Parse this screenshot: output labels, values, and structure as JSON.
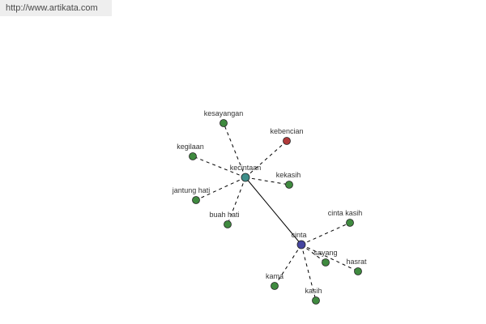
{
  "header": {
    "url": "http://www.artikata.com"
  },
  "colors": {
    "hub_kecintaan": "#3f8f8a",
    "hub_cinta": "#4545a0",
    "antonym": "#b03a3a",
    "synonym": "#3f8a3f",
    "edge": "#000000"
  },
  "graph": {
    "nodes": [
      {
        "id": "kecintaan",
        "label": "kecintaan",
        "kind": "hub_kecintaan"
      },
      {
        "id": "cinta",
        "label": "cinta",
        "kind": "hub_cinta"
      },
      {
        "id": "kesayangan",
        "label": "kesayangan",
        "kind": "synonym"
      },
      {
        "id": "kebencian",
        "label": "kebencian",
        "kind": "antonym"
      },
      {
        "id": "kegilaan",
        "label": "kegilaan",
        "kind": "synonym"
      },
      {
        "id": "kekasih",
        "label": "kekasih",
        "kind": "synonym"
      },
      {
        "id": "jantung_hati",
        "label": "jantung hati",
        "kind": "synonym"
      },
      {
        "id": "buah_hati",
        "label": "buah hati",
        "kind": "synonym"
      },
      {
        "id": "cinta_kasih",
        "label": "cinta kasih",
        "kind": "synonym"
      },
      {
        "id": "sayang",
        "label": "sayang",
        "kind": "synonym"
      },
      {
        "id": "hasrat",
        "label": "hasrat",
        "kind": "synonym"
      },
      {
        "id": "kama",
        "label": "kama",
        "kind": "synonym"
      },
      {
        "id": "kasih",
        "label": "kasih",
        "kind": "synonym"
      }
    ],
    "edges": [
      {
        "from": "kecintaan",
        "to": "cinta",
        "style": "solid"
      },
      {
        "from": "kecintaan",
        "to": "kesayangan",
        "style": "dashed"
      },
      {
        "from": "kecintaan",
        "to": "kebencian",
        "style": "dashed"
      },
      {
        "from": "kecintaan",
        "to": "kegilaan",
        "style": "dashed"
      },
      {
        "from": "kecintaan",
        "to": "kekasih",
        "style": "dashed"
      },
      {
        "from": "kecintaan",
        "to": "jantung_hati",
        "style": "dashed"
      },
      {
        "from": "kecintaan",
        "to": "buah_hati",
        "style": "dashed"
      },
      {
        "from": "cinta",
        "to": "cinta_kasih",
        "style": "dashed"
      },
      {
        "from": "cinta",
        "to": "sayang",
        "style": "dashed"
      },
      {
        "from": "cinta",
        "to": "hasrat",
        "style": "dashed"
      },
      {
        "from": "cinta",
        "to": "kama",
        "style": "dashed"
      },
      {
        "from": "cinta",
        "to": "kasih",
        "style": "dashed"
      }
    ]
  }
}
